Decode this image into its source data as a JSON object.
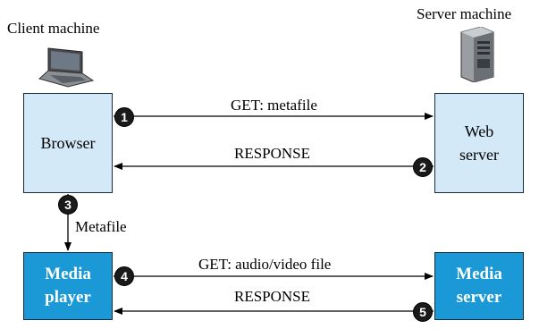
{
  "client": {
    "title": "Client machine",
    "browser_label": "Browser",
    "media_player_line1": "Media",
    "media_player_line2": "player"
  },
  "server": {
    "title": "Server machine",
    "web_server_line1": "Web",
    "web_server_line2": "server",
    "media_server_line1": "Media",
    "media_server_line2": "server"
  },
  "messages": {
    "get_metafile": "GET: metafile",
    "response_1": "RESPONSE",
    "metafile": "Metafile",
    "get_av_file": "GET: audio/video file",
    "response_2": "RESPONSE"
  },
  "steps": [
    "1",
    "2",
    "3",
    "4",
    "5"
  ],
  "icons": {
    "client": "laptop-icon",
    "server": "server-tower-icon"
  },
  "colors": {
    "light_box": "#d3e9f8",
    "dark_box": "#1b99d6",
    "badge": "#1a1a1a"
  }
}
